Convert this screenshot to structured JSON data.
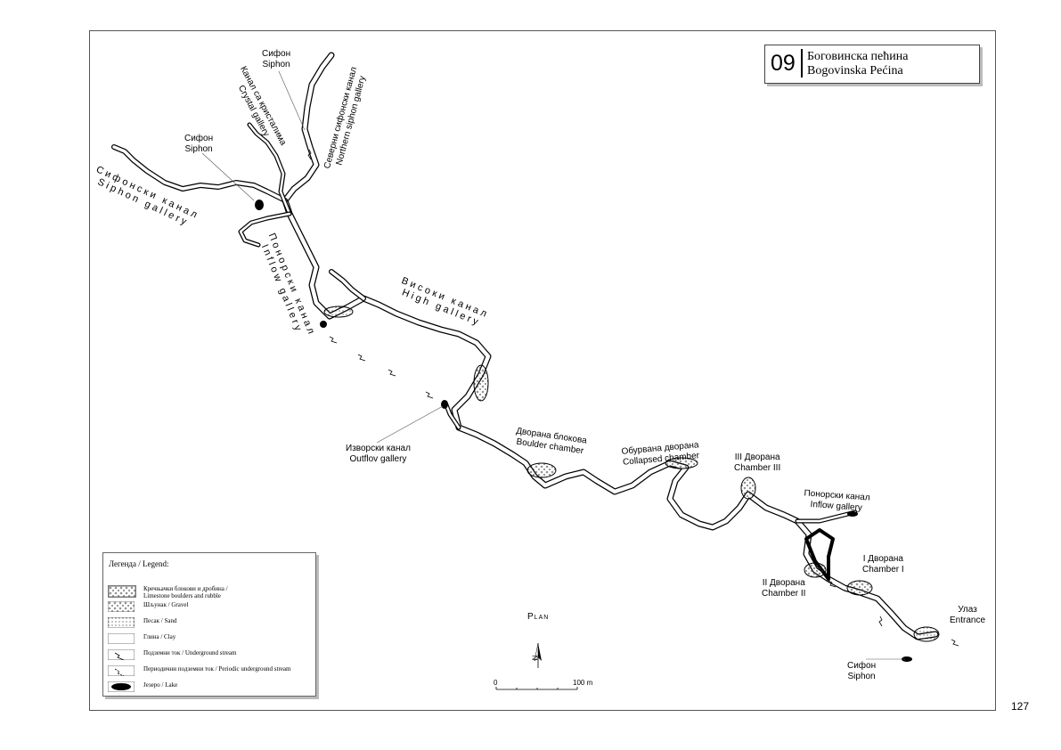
{
  "title": {
    "number": "09",
    "name_sr": "Боговинска пећина",
    "name_lat": "Bogovinska Pećina"
  },
  "page_number": "127",
  "map_labels": {
    "siphon_top_sr": "Сифон",
    "siphon_top_en": "Siphon",
    "crystal_sr": "Канал са кристалима",
    "crystal_en": "Crystal gallery",
    "northern_sr": "Северни сифонски канал",
    "northern_en": "Northern siphon gallery",
    "siphon_mid_sr": "Сифон",
    "siphon_mid_en": "Siphon",
    "siphon_gallery_sr": "Сифонски канал",
    "siphon_gallery_en": "Siphon gallery",
    "inflow_left_sr": "Понорски канал",
    "inflow_left_en": "Inflow gallery",
    "high_sr": "Високи канал",
    "high_en": "High gallery",
    "outflow_sr": "Изворски канал",
    "outflow_en": "Outflov gallery",
    "boulder_sr": "Дворана блокова",
    "boulder_en": "Boulder chamber",
    "collapsed_sr": "Обурвана дворана",
    "collapsed_en": "Collapsed chamber",
    "chamber3_sr": "III Дворана",
    "chamber3_en": "Chamber III",
    "inflow_right_sr": "Понорски канал",
    "inflow_right_en": "Inflow gallery",
    "chamber1_sr": "I Дворана",
    "chamber1_en": "Chamber I",
    "chamber2_sr": "II Дворана",
    "chamber2_en": "Chamber II",
    "entrance_sr": "Улаз",
    "entrance_en": "Entrance",
    "siphon_bottom_sr": "Сифон",
    "siphon_bottom_en": "Siphon"
  },
  "legend": {
    "title": "Легенда / Legend:",
    "items": [
      {
        "line1": "Кречњачки блокови и дробина /",
        "line2": "Limestone boulders and rubble",
        "icon": "boulders-pattern"
      },
      {
        "line1": "Шљунак / Gravel",
        "line2": "",
        "icon": "gravel-pattern"
      },
      {
        "line1": "Песак / Sand",
        "line2": "",
        "icon": "sand-pattern"
      },
      {
        "line1": "Глина / Clay",
        "line2": "",
        "icon": "clay-pattern"
      },
      {
        "line1": "Подземни ток / Underground stream",
        "line2": "",
        "icon": "stream-arrow"
      },
      {
        "line1": "Периодични подземни ток / Periodic underground stream",
        "line2": "",
        "icon": "periodic-stream-arrow"
      },
      {
        "line1": "Језеро / Lake",
        "line2": "",
        "icon": "lake-fill"
      }
    ]
  },
  "plan_label": "Plan",
  "north_label": "N",
  "scale": {
    "start": "0",
    "end": "100 m"
  },
  "colors": {
    "ink": "#000000",
    "frame": "#555555",
    "shadow": "#bbbbbb"
  }
}
